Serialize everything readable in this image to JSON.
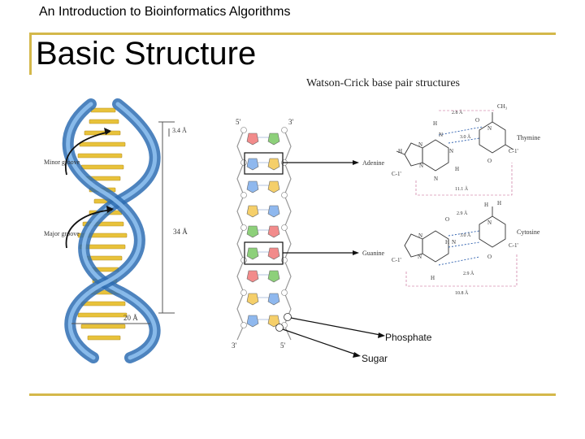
{
  "header": {
    "title": "An Introduction to Bioinformatics Algorithms"
  },
  "slide": {
    "title": "Basic Structure"
  },
  "figure": {
    "subtitle": "Watson-Crick base pair structures",
    "helix_labels": {
      "minor_groove": "Minor groove",
      "major_groove": "Major groove",
      "pitch": "34 Å",
      "rise": "3.4 Å",
      "width": "20 Å"
    },
    "strand_labels": {
      "top_left": "5'",
      "top_right": "3'",
      "bottom_left": "3'",
      "bottom_right": "5'"
    },
    "base_pairs": [
      {
        "left": "Adenine",
        "right": "Thymine"
      },
      {
        "left": "Guanine",
        "right": "Cytosine"
      }
    ],
    "distances": [
      "2.8 Å",
      "3.0 Å",
      "11.1 Å",
      "2.9 Å",
      "3.0 Å",
      "2.9 Å",
      "10.8 Å"
    ],
    "callouts": {
      "phosphate": "Phosphate",
      "sugar": "Sugar"
    }
  },
  "colors": {
    "accent_rule": "#d4b84a",
    "helix_blue": "#4a8fd6",
    "base_yellow": "#e8c23a"
  }
}
